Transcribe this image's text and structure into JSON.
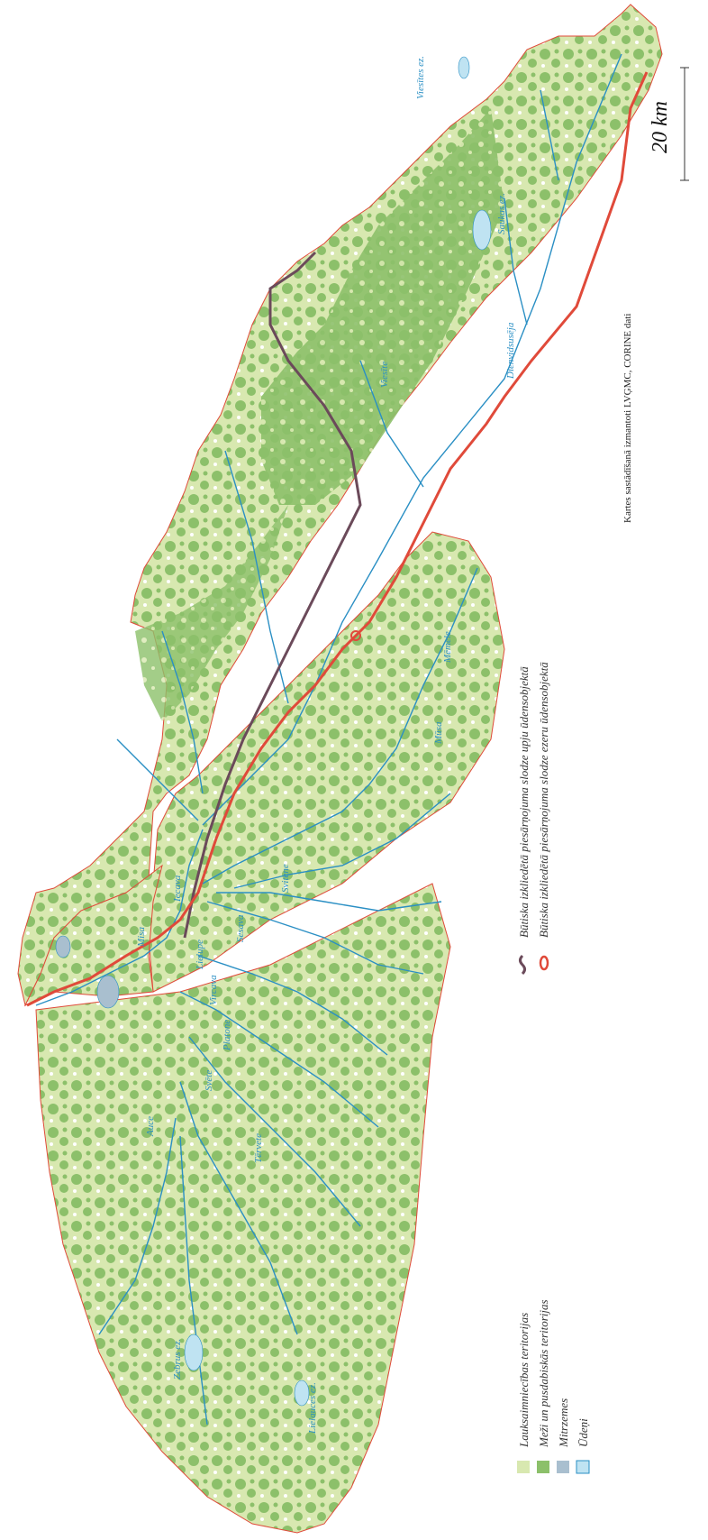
{
  "title": "20 km",
  "scale_bar": {
    "label": "20 km"
  },
  "source_note": "Kartes sastādīšanā izmantoti LVĢMC, CORINE dati",
  "legend": {
    "items": [
      {
        "label": "Lauksaimniecības teritorijas",
        "color": "#d8e8b0"
      },
      {
        "label": "Meži un pusdabiskās teritorijas",
        "color": "#8cc06a"
      },
      {
        "label": "Mitrzemes",
        "color": "#a9bfcf"
      },
      {
        "label": "Ūdeņi",
        "color": "#bfe3f2"
      }
    ],
    "lines": [
      {
        "label": "Būtiska izkliedētā piesārņojuma slodze upju ūdensobjektā",
        "color": "#6b4a5a"
      },
      {
        "label": "Būtiska izkliedētā piesārņojuma slodze ezeru ūdensobjektā",
        "color": "#e04a3a"
      }
    ]
  },
  "rivers": [
    {
      "name": "Viesītes ez."
    },
    {
      "name": "Saukas ez."
    },
    {
      "name": "Dienvidsusēja"
    },
    {
      "name": "Viesīte"
    },
    {
      "name": "Mēmele"
    },
    {
      "name": "Mūsa"
    },
    {
      "name": "Iecava"
    },
    {
      "name": "Svitene"
    },
    {
      "name": "Sesava"
    },
    {
      "name": "Lielupe"
    },
    {
      "name": "Vircava"
    },
    {
      "name": "Platone"
    },
    {
      "name": "Svēte"
    },
    {
      "name": "Tērvete"
    },
    {
      "name": "Auce"
    },
    {
      "name": "Zebrus ez."
    },
    {
      "name": "Lielauces ez."
    },
    {
      "name": "Misa"
    }
  ],
  "colors": {
    "background": "#ffffff",
    "agriculture": "#d8e8b0",
    "forest": "#8cc06a",
    "wetland": "#a9bfcf",
    "water": "#bfe3f2",
    "river_line": "#2a8fc4",
    "river_pressure": "#6b4a5a",
    "lake_pressure": "#e04a3a",
    "border": "#e04a3a"
  }
}
